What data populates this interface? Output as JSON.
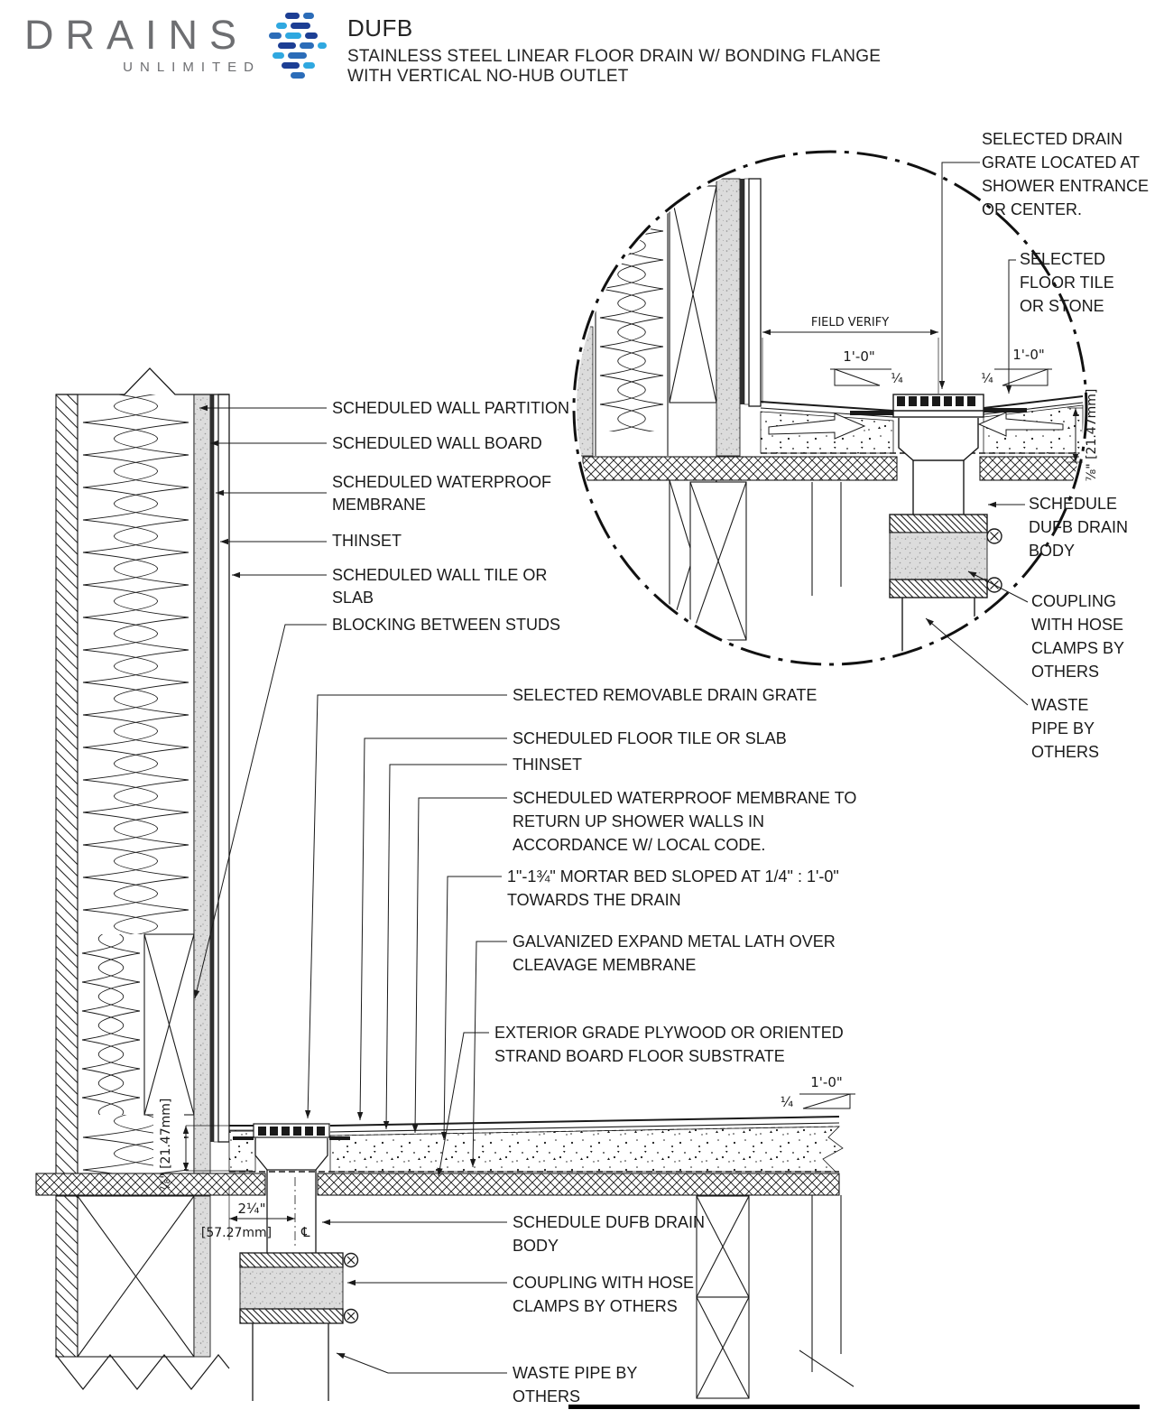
{
  "header": {
    "logo_primary": "DRAINS",
    "logo_secondary": "UNLIMITED",
    "model": "DUFB",
    "subtitle_line1": "STAINLESS STEEL LINEAR FLOOR DRAIN W/ BONDING FLANGE",
    "subtitle_line2": "WITH VERTICAL NO-HUB OUTLET",
    "brand_colors": {
      "logo_gray": "#6d6e71",
      "icon_navy": "#1c3e94",
      "icon_blue": "#2b6cb8",
      "icon_light_blue": "#2fa8e0"
    }
  },
  "main_section": {
    "labels": {
      "wall_partition": "SCHEDULED WALL PARTITION",
      "wall_board": "SCHEDULED WALL BOARD",
      "waterproof_membrane": [
        "SCHEDULED WATERPROOF",
        "MEMBRANE"
      ],
      "thinset_wall": "THINSET",
      "wall_tile": [
        "SCHEDULED  WALL TILE OR",
        "SLAB"
      ],
      "blocking": "BLOCKING BETWEEN STUDS",
      "removable_grate": "SELECTED REMOVABLE DRAIN GRATE",
      "floor_tile": "SCHEDULED  FLOOR TILE OR SLAB",
      "thinset_floor": "THINSET",
      "membrane_floor": [
        "SCHEDULED WATERPROOF MEMBRANE TO",
        "RETURN UP SHOWER WALLS  IN",
        "ACCORDANCE W/ LOCAL CODE."
      ],
      "mortar_bed": [
        "1\"-1¾\" MORTAR BED SLOPED AT  1/4\" : 1'-0\"",
        "TOWARDS THE DRAIN"
      ],
      "metal_lath": [
        "GALVANIZED EXPAND METAL LATH OVER",
        "CLEAVAGE MEMBRANE"
      ],
      "floor_substrate": [
        "EXTERIOR GRADE PLYWOOD OR ORIENTED",
        "STRAND BOARD FLOOR SUBSTRATE"
      ],
      "drain_body": [
        "SCHEDULE DUFB DRAIN",
        "BODY"
      ],
      "coupling": [
        "COUPLING WITH HOSE",
        "CLAMPS BY OTHERS"
      ],
      "waste_pipe": [
        "WASTE PIPE  BY",
        "OTHERS"
      ]
    },
    "dimensions": {
      "offset_in": "2¼\"",
      "offset_mm": "[57.27mm]",
      "depth": "⅞\" [21.47mm]",
      "slope_run": "1'-0\"",
      "slope_rise": "¼",
      "centerline_symbol": "℄"
    }
  },
  "detail_circle": {
    "labels": {
      "field_verify": "FIELD VERIFY",
      "drain_grate": [
        "SELECTED DRAIN",
        "GRATE LOCATED AT",
        "SHOWER ENTRANCE",
        "OR CENTER."
      ],
      "floor_tile": [
        "SELECTED",
        "FLOOR TILE",
        "OR STONE"
      ],
      "drain_body": [
        "SCHEDULE",
        "DUFB DRAIN",
        "BODY"
      ],
      "coupling": [
        "COUPLING",
        "WITH HOSE",
        "CLAMPS BY",
        "OTHERS"
      ],
      "waste_pipe": [
        "WASTE",
        "PIPE  BY",
        "OTHERS"
      ]
    },
    "dimensions": {
      "slope_run_left": "1'-0\"",
      "slope_rise_left": "¼",
      "slope_run_right": "1'-0\"",
      "slope_rise_right": "¼",
      "depth": "⅞\" [21.47mm]"
    }
  }
}
